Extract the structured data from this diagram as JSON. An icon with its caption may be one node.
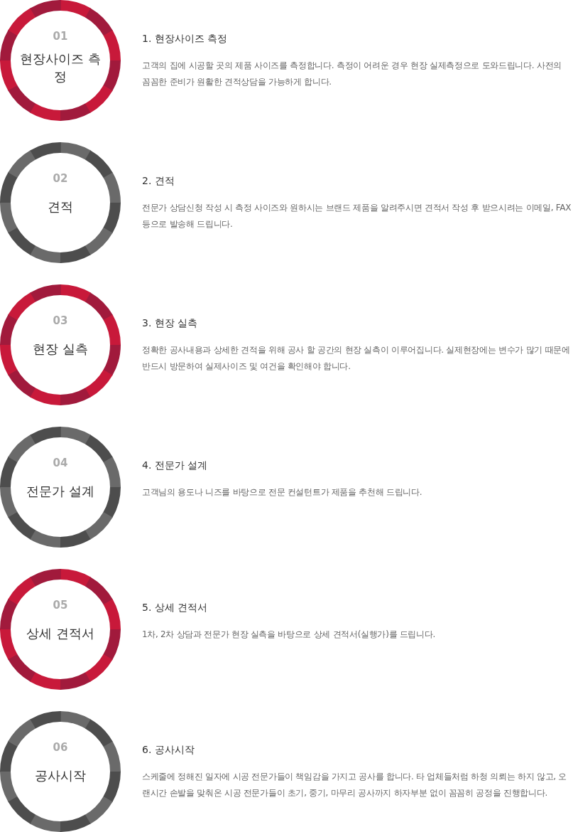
{
  "diagram": {
    "nodes": [
      {
        "text": [
          "01",
          "현장사이즈 측정"
        ],
        "beside": [
          "1. 현장사이즈 측정",
          "고객의 집에 시공할 곳의 제품 사이즈를 측정합니다. 측정이 어려운 경우 현장 실제측정으로 도와드립니다. 사전의 꼼꼼한 준비가 원활한 견적상담을 가능하게 합니다."
        ]
      },
      {
        "text": [
          "02",
          "견적"
        ],
        "beside": [
          "2. 견적",
          "전문가 상담신청 작성 시 측정 사이즈와 원하시는 브랜드 제품을 알려주시면 견적서 작성 후 받으시려는 이메일, FAX 등으로 발송해 드립니다."
        ]
      },
      {
        "text": [
          "03",
          "현장 실측"
        ],
        "beside": [
          "3. 현장 실측",
          "정확한 공사내용과 상세한 견적을 위해 공사 할 공간의 현장 실측이 이루어집니다. 실제현장에는 변수가 많기 때문에 반드시 방문하여 실제사이즈 및 여건을 확인해야 합니다."
        ]
      },
      {
        "text": [
          "04",
          "전문가 설계"
        ],
        "beside": [
          "4. 전문가 설계",
          "고객님의 용도나 니즈를 바탕으로 전문 컨설턴트가 제품을 추천해 드립니다."
        ]
      },
      {
        "text": [
          "05",
          "상세 견적서"
        ],
        "beside": [
          "5. 상세 견적서",
          "1차, 2차 상담과 전문가 현장 실측을 바탕으로 상세 견적서(실행가)를 드립니다."
        ]
      },
      {
        "text": [
          "06",
          "공사시작"
        ],
        "beside": [
          "6. 공사시작",
          "스케줄에 정해진 일자에 시공 전문가들이 책임감을 가지고 공사를 합니다. 타 업체들처럼 하청 의뢰는 하지 않고, 오랜시간 손발을 맞춰온 시공 전문가들이 초기, 중기, 마무리 공사까지 하자부분 없이 꼼꼼히 공정을 진행합니다."
        ]
      }
    ]
  }
}
